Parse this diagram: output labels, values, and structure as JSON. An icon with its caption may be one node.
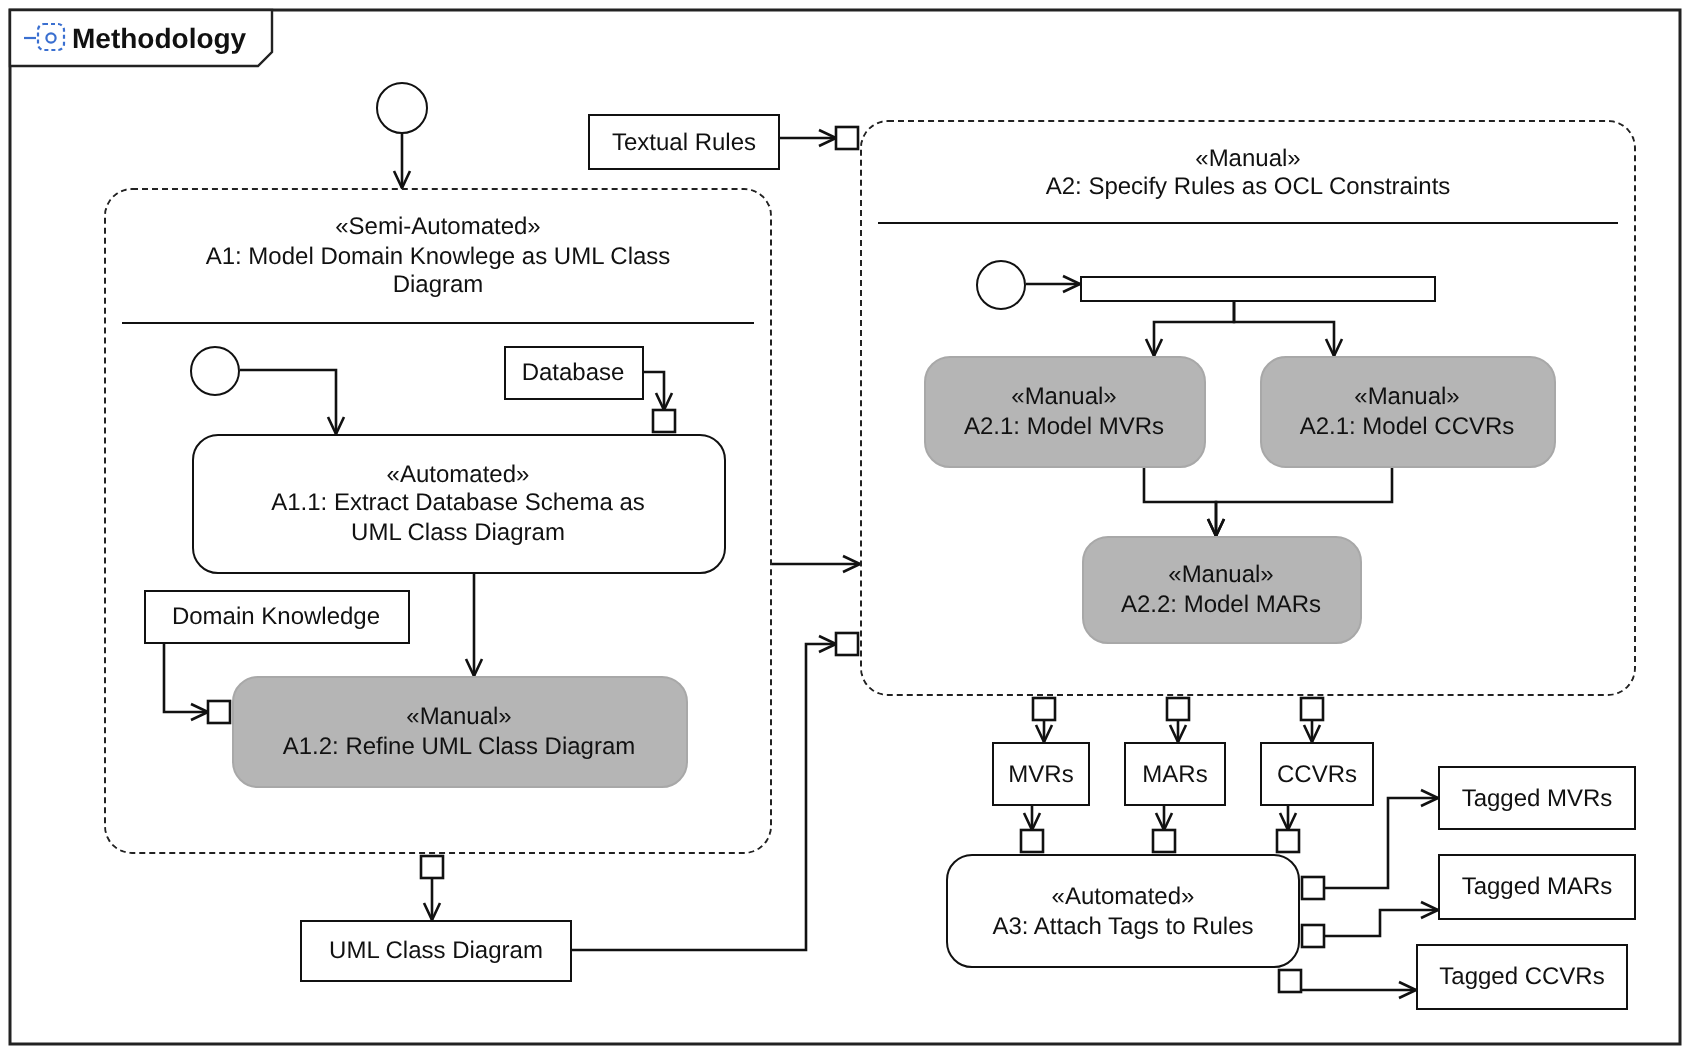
{
  "diagram": {
    "title": "Methodology",
    "nodes": [
      {
        "text": [],
        "shape": "circle"
      },
      {
        "text": [
          "«Semi-Automated»",
          "A1: Model Domain Knowlege as UML Class Diagram"
        ]
      },
      {
        "text": [],
        "shape": "circle",
        "in": 1
      },
      {
        "text": [
          "Database"
        ],
        "in": 1
      },
      {
        "text": [
          "«Automated»",
          "A1.1: Extract Database Schema as UML Class Diagram"
        ],
        "in": 1
      },
      {
        "text": [
          "Domain Knowledge"
        ],
        "in": 1
      },
      {
        "text": [
          "«Manual»",
          "A1.2: Refine UML Class Diagram"
        ],
        "in": 1
      },
      {
        "text": [
          "UML Class Diagram"
        ]
      },
      {
        "text": [
          "Textual Rules"
        ]
      },
      {
        "text": [
          "«Manual»",
          "A2: Specify Rules as OCL Constraints"
        ]
      },
      {
        "text": [],
        "shape": "circle",
        "in": 9
      },
      {
        "text": [],
        "shape": "bar",
        "in": 9
      },
      {
        "text": [
          "«Manual»",
          "A2.1: Model MVRs"
        ],
        "in": 9
      },
      {
        "text": [
          "«Manual»",
          "A2.1: Model CCVRs"
        ],
        "in": 9
      },
      {
        "text": [
          "«Manual»",
          "A2.2: Model MARs"
        ],
        "in": 9
      },
      {
        "text": [
          "MVRs"
        ]
      },
      {
        "text": [
          "MARs"
        ]
      },
      {
        "text": [
          "CCVRs"
        ]
      },
      {
        "text": [
          "«Automated»",
          "A3: Attach Tags to Rules"
        ]
      },
      {
        "text": [
          "Tagged MVRs"
        ]
      },
      {
        "text": [
          "Tagged MARs"
        ]
      },
      {
        "text": [
          "Tagged CCVRs"
        ]
      }
    ],
    "edges": [
      {
        "from": 0,
        "to": 1,
        "arrow": "to"
      },
      {
        "from": 2,
        "to": 4,
        "arrow": "to"
      },
      {
        "from": 3,
        "to": 4,
        "arrow": "to"
      },
      {
        "from": 4,
        "to": 6,
        "arrow": "to"
      },
      {
        "from": 5,
        "to": 6,
        "arrow": "to"
      },
      {
        "from": 1,
        "to": 7,
        "arrow": "to"
      },
      {
        "from": 8,
        "to": 9,
        "arrow": "to"
      },
      {
        "from": 1,
        "to": 9,
        "arrow": "to"
      },
      {
        "from": 7,
        "to": 9,
        "arrow": "to"
      },
      {
        "from": 10,
        "to": 11,
        "arrow": "to"
      },
      {
        "from": 11,
        "to": 12,
        "arrow": "to"
      },
      {
        "from": 11,
        "to": 13,
        "arrow": "to"
      },
      {
        "from": 12,
        "to": 14,
        "arrow": "to"
      },
      {
        "from": 13,
        "to": 14,
        "arrow": "to"
      },
      {
        "from": 9,
        "to": 15,
        "arrow": "to"
      },
      {
        "from": 9,
        "to": 16,
        "arrow": "to"
      },
      {
        "from": 9,
        "to": 17,
        "arrow": "to"
      },
      {
        "from": 15,
        "to": 18,
        "arrow": "to"
      },
      {
        "from": 16,
        "to": 18,
        "arrow": "to"
      },
      {
        "from": 17,
        "to": 18,
        "arrow": "to"
      },
      {
        "from": 18,
        "to": 19,
        "arrow": "to"
      },
      {
        "from": 18,
        "to": 20,
        "arrow": "to"
      },
      {
        "from": 18,
        "to": 21,
        "arrow": "to"
      }
    ]
  }
}
